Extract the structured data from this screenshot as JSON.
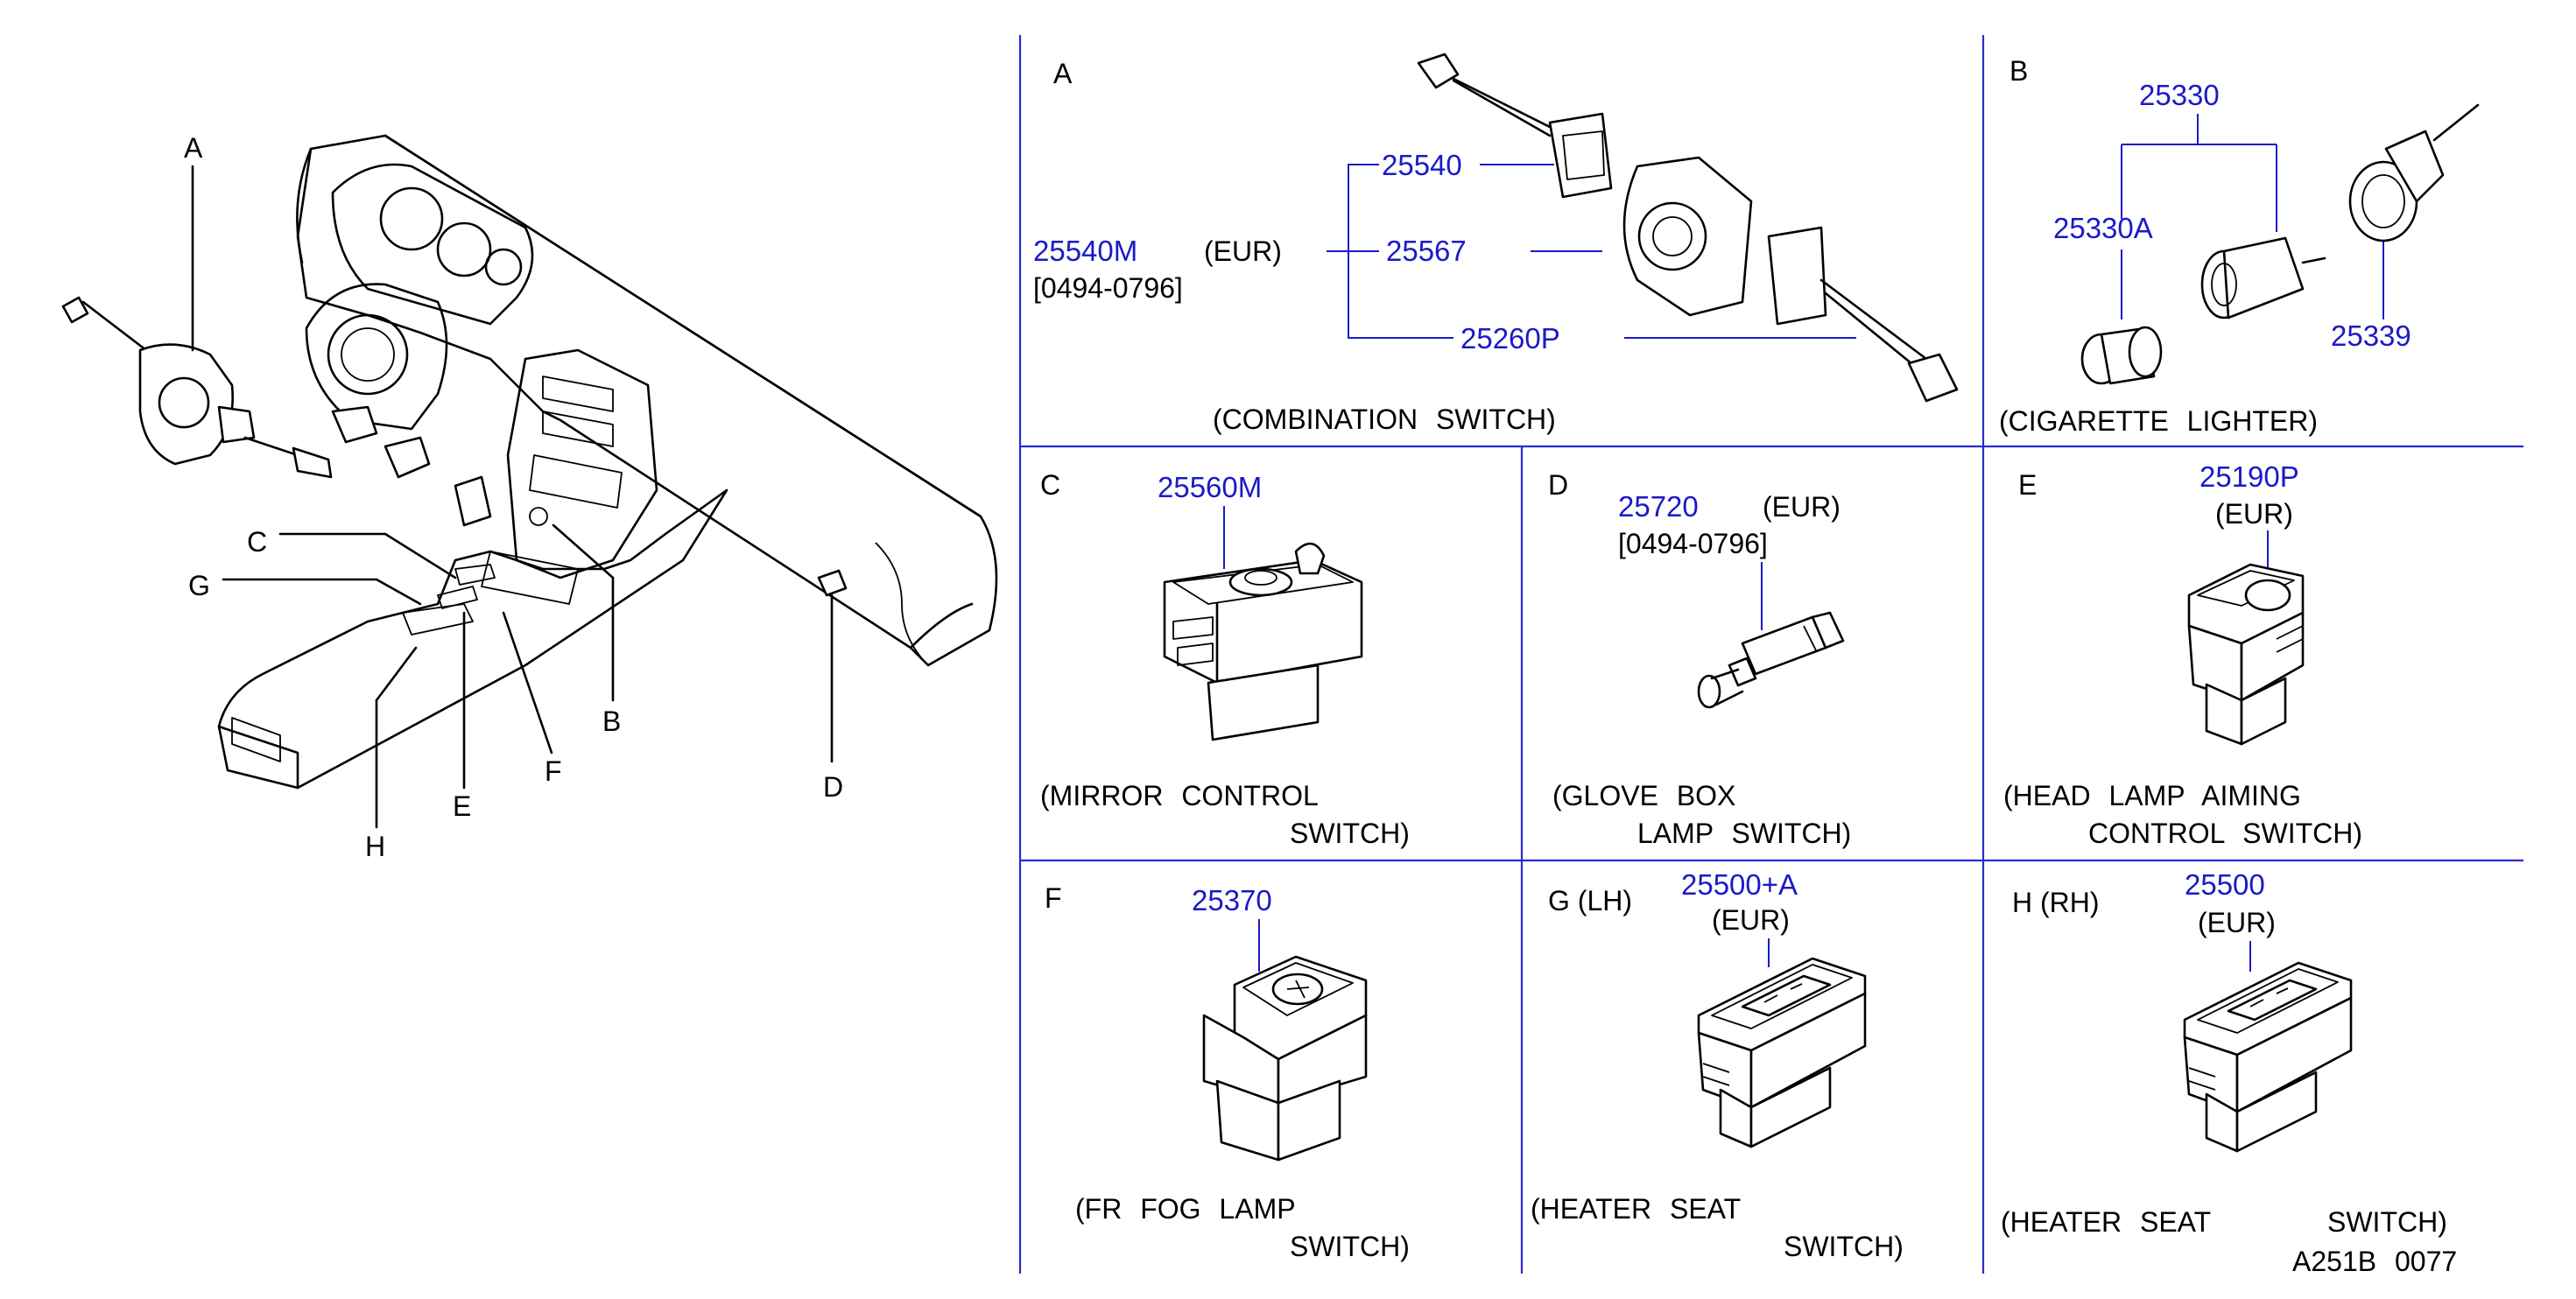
{
  "overview": {
    "labels": {
      "a": "A",
      "b": "B",
      "c": "C",
      "d": "D",
      "e": "E",
      "f": "F",
      "g": "G",
      "h": "H"
    }
  },
  "panels": {
    "a": {
      "letter": "A",
      "parts": [
        "25540M",
        "25540",
        "25567",
        "25260P"
      ],
      "market": "(EUR)",
      "date_range": "[0494-0796]",
      "caption": "(COMBINATION SWITCH)"
    },
    "b": {
      "letter": "B",
      "parts": [
        "25330",
        "25330A",
        "25339"
      ],
      "caption": "(CIGARETTE LIGHTER)"
    },
    "c": {
      "letter": "C",
      "part": "25560M",
      "caption_line1": "(MIRROR CONTROL",
      "caption_line2": "SWITCH)"
    },
    "d": {
      "letter": "D",
      "part": "25720",
      "market": "(EUR)",
      "date_range": "[0494-0796]",
      "caption_line1": "(GLOVE BOX",
      "caption_line2": "LAMP SWITCH)"
    },
    "e": {
      "letter": "E",
      "part": "25190P",
      "market": "(EUR)",
      "caption_line1": "(HEAD LAMP AIMING",
      "caption_line2": "CONTROL SWITCH)"
    },
    "f": {
      "letter": "F",
      "part": "25370",
      "caption_line1": "(FR FOG LAMP",
      "caption_line2": "SWITCH)"
    },
    "g": {
      "letter": "G (LH)",
      "part": "25500+A",
      "market": "(EUR)",
      "caption_line1": "(HEATER SEAT",
      "caption_line2": "SWITCH)"
    },
    "h": {
      "letter": "H (RH)",
      "part": "25500",
      "market": "(EUR)",
      "caption_line1": "(HEATER SEAT",
      "caption_line2": "SWITCH)"
    }
  },
  "diagram_code": "A251B 0077"
}
